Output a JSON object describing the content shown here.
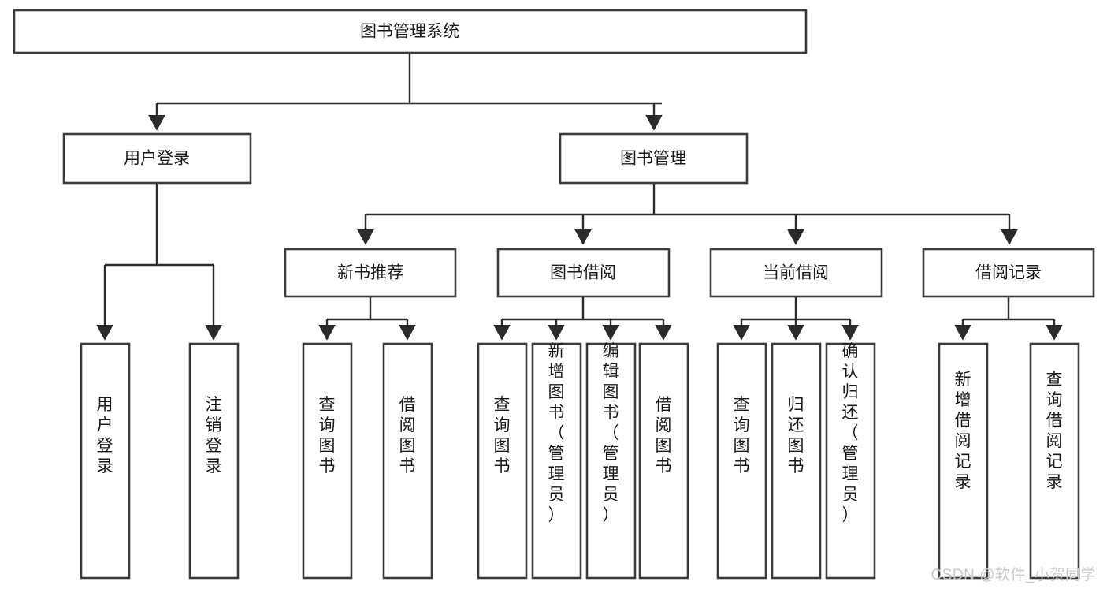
{
  "diagram": {
    "type": "tree-flowchart",
    "title": "图书管理系统",
    "orientation": "top-down",
    "watermark": "CSDN @软件_小贺同学",
    "colors": {
      "box_stroke": "#3b3b3b",
      "box_fill": "#ffffff",
      "edge": "#2b2b2b",
      "text": "#1a1a1a",
      "watermark": "#c9c9c9",
      "background": "#ffffff"
    },
    "levels": {
      "root": {
        "label": "图书管理系统"
      },
      "level2": [
        {
          "id": "user-login",
          "label": "用户登录"
        },
        {
          "id": "book-management",
          "label": "图书管理"
        }
      ],
      "level3": [
        {
          "id": "new-book-recommend",
          "label": "新书推荐",
          "parent": "book-management"
        },
        {
          "id": "book-borrow",
          "label": "图书借阅",
          "parent": "book-management"
        },
        {
          "id": "current-borrow",
          "label": "当前借阅",
          "parent": "book-management"
        },
        {
          "id": "borrow-record",
          "label": "借阅记录",
          "parent": "book-management"
        }
      ],
      "leaves": [
        {
          "id": "leaf-user-login",
          "label": "用户登录",
          "parent": "user-login"
        },
        {
          "id": "leaf-logout",
          "label": "注销登录",
          "parent": "user-login"
        },
        {
          "id": "leaf-query-book-1",
          "label": "查询图书",
          "parent": "new-book-recommend"
        },
        {
          "id": "leaf-borrow-book-1",
          "label": "借阅图书",
          "parent": "new-book-recommend"
        },
        {
          "id": "leaf-query-book-2",
          "label": "查询图书",
          "parent": "book-borrow"
        },
        {
          "id": "leaf-add-book",
          "label": "新增图书（管理员）",
          "parent": "book-borrow"
        },
        {
          "id": "leaf-edit-book",
          "label": "编辑图书（管理员）",
          "parent": "book-borrow"
        },
        {
          "id": "leaf-borrow-book-2",
          "label": "借阅图书",
          "parent": "book-borrow"
        },
        {
          "id": "leaf-query-book-3",
          "label": "查询图书",
          "parent": "current-borrow"
        },
        {
          "id": "leaf-return-book",
          "label": "归还图书",
          "parent": "current-borrow"
        },
        {
          "id": "leaf-confirm-return",
          "label": "确认归还（管理员）",
          "parent": "current-borrow"
        },
        {
          "id": "leaf-add-record",
          "label": "新增借阅记录",
          "parent": "borrow-record"
        },
        {
          "id": "leaf-query-record",
          "label": "查询借阅记录",
          "parent": "borrow-record"
        }
      ]
    }
  }
}
